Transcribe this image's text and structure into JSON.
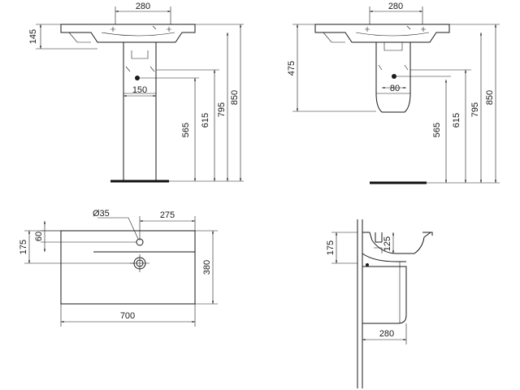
{
  "drawing": {
    "stroke_color": "#1a1a1a",
    "background": "#ffffff",
    "views": {
      "front_pedestal": {
        "dimensions": {
          "top_width": "280",
          "basin_depth": "145",
          "pedestal_offset": "150",
          "outlet_h": "565",
          "waste_h": "615",
          "rim_h": "795",
          "overall_h": "850"
        }
      },
      "front_semi_pedestal": {
        "dimensions": {
          "top_width": "280",
          "siphon_h": "475",
          "pedestal_offset": "80",
          "outlet_h": "565",
          "waste_h": "615",
          "rim_h": "795",
          "overall_h": "850"
        }
      },
      "plan": {
        "dimensions": {
          "tap_hole": "Ø35",
          "tap_offset": "275",
          "tap_y": "60",
          "basin_y": "175",
          "depth": "380",
          "width": "700"
        }
      },
      "side": {
        "dimensions": {
          "height_left": "175",
          "height_inner": "125",
          "projection": "280"
        }
      }
    }
  }
}
